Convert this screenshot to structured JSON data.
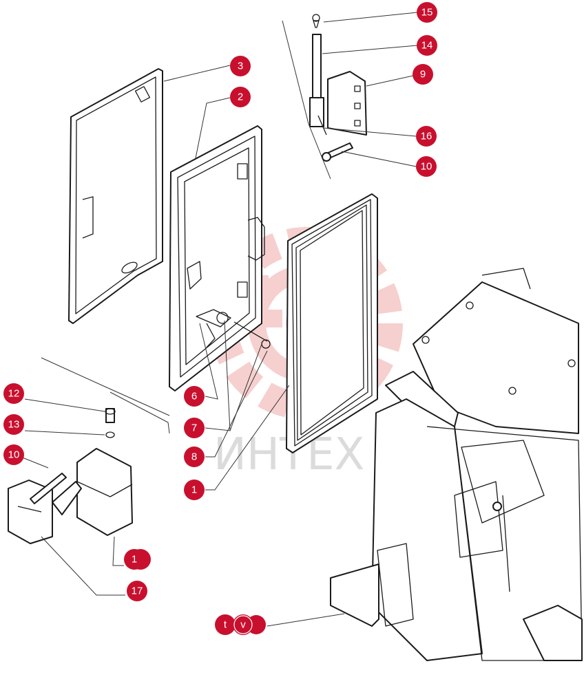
{
  "watermark": {
    "text": "ИНТЕХ",
    "color": "#f0a8a8"
  },
  "callout_color": "#c8102e",
  "callouts": [
    {
      "id": "c15",
      "label": "15"
    },
    {
      "id": "c14",
      "label": "14"
    },
    {
      "id": "c9",
      "label": "9"
    },
    {
      "id": "c16",
      "label": "16"
    },
    {
      "id": "c10a",
      "label": "10"
    },
    {
      "id": "c3",
      "label": "3"
    },
    {
      "id": "c2",
      "label": "2"
    },
    {
      "id": "c6",
      "label": "6"
    },
    {
      "id": "c7",
      "label": "7"
    },
    {
      "id": "c8",
      "label": "8"
    },
    {
      "id": "c1a",
      "label": "1"
    },
    {
      "id": "c12",
      "label": "12"
    },
    {
      "id": "c13",
      "label": "13"
    },
    {
      "id": "c10b",
      "label": "10"
    },
    {
      "id": "c1b",
      "label": "1"
    },
    {
      "id": "c17",
      "label": "17"
    },
    {
      "id": "ct",
      "label": "t"
    },
    {
      "id": "cv",
      "label": "v"
    }
  ]
}
